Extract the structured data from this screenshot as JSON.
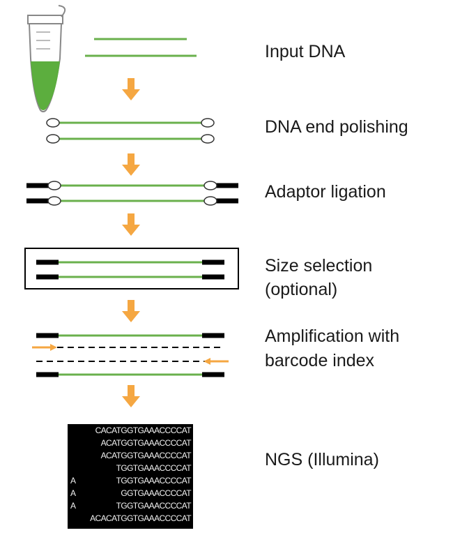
{
  "steps": [
    {
      "label": "Input DNA"
    },
    {
      "label": "DNA end polishing"
    },
    {
      "label": "Adaptor ligation"
    },
    {
      "label": "Size selection",
      "label_line2": "(optional)"
    },
    {
      "label": "Amplification with",
      "label_line2": "barcode index"
    },
    {
      "label": "NGS (Illumina)"
    }
  ],
  "sequencing_reads": [
    "CACATGGTGAAACCCCAT",
    "ACATGGTGAAACCCCAT",
    "ACATGGTGAAACCCCAT",
    "TGGTGAAACCCCAT",
    "TGGTGAAACCCCAT",
    "GGTGAAACCCCAT",
    "TGGTGAAACCCCAT",
    "ACACATGGTGAAACCCCAT"
  ],
  "read_left_fragments": [
    "",
    "",
    "",
    "",
    "A",
    "A",
    "A",
    ""
  ],
  "colors": {
    "dna_strand": "#6ab04c",
    "arrow": "#f5a742",
    "adaptor": "#000000",
    "tube_liquid": "#5cae3e",
    "text": "#1a1a1a"
  }
}
